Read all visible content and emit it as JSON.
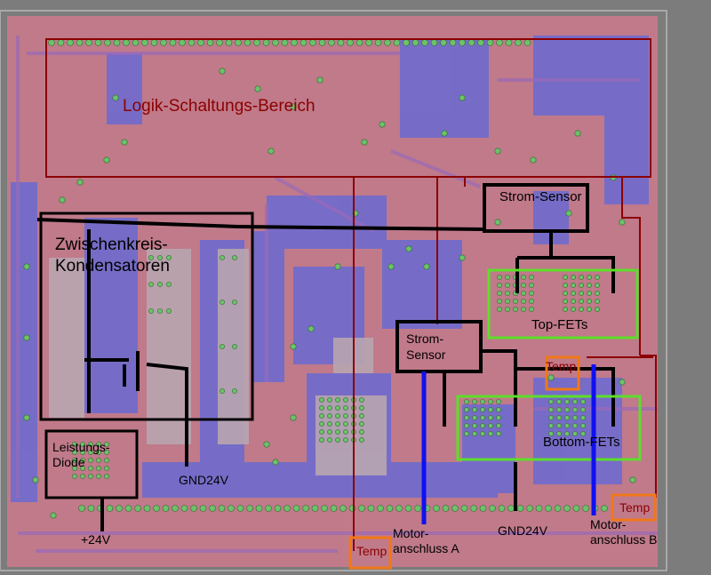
{
  "colors": {
    "background": "#7c7c7c",
    "board": "#c07a8a",
    "copper_blue": "#6a6ad2",
    "trace_red": "#8c0000",
    "section_black": "#000000",
    "fet_green": "#5dde2a",
    "temp_orange": "#f07818",
    "motor_blue": "#1010f0",
    "via_green": "#6cc26a"
  },
  "labels": {
    "logic_area": "Logik-Schaltungs-Bereich",
    "dc_link_caps_1": "Zwischenkreis-",
    "dc_link_caps_2": "Kondensatoren",
    "current_sensor_top": "Strom-Sensor",
    "current_sensor_mid_1": "Strom-",
    "current_sensor_mid_2": "Sensor",
    "top_fets": "Top-FETs",
    "bottom_fets": "Bottom-FETs",
    "temp_1": "Temp",
    "temp_2": "Temp",
    "temp_3": "Temp",
    "power_diode_1": "Leistungs-",
    "power_diode_2": "Diode",
    "gnd_left": "GND24V",
    "gnd_right": "GND24V",
    "plus24v": "+24V",
    "motor_a_1": "Motor-",
    "motor_a_2": "anschluss A",
    "motor_b_1": "Motor-",
    "motor_b_2": "anschluss B"
  }
}
